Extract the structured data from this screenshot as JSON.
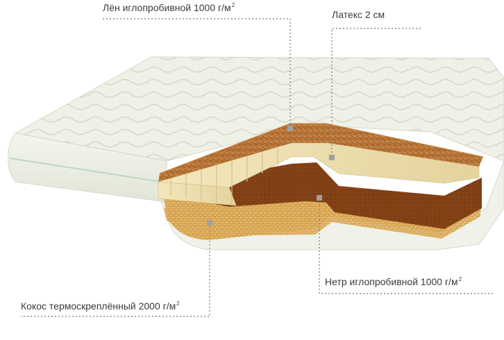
{
  "diagram": {
    "layers": [
      {
        "id": "flax",
        "text": "Лён иглопробивной 1000 г/м",
        "sup": "2",
        "color": "#a8652a"
      },
      {
        "id": "latex",
        "text": "Латекс 2 см",
        "sup": "",
        "color": "#efe2b4"
      },
      {
        "id": "hemp",
        "text": "Нетр иглопробивной 1000 г/м",
        "sup": "2",
        "color": "#d9a24e"
      },
      {
        "id": "coco",
        "text": "Кокос термоскреплённый 2000 г/м",
        "sup": "2",
        "color": "#7a3a12"
      }
    ],
    "colors": {
      "cover": "#eef1e6",
      "cover_quilt": "#dcdfd0",
      "piping": "#cfe3d3",
      "leader": "#8a8a8a",
      "marker": "#9a9a9a"
    }
  }
}
